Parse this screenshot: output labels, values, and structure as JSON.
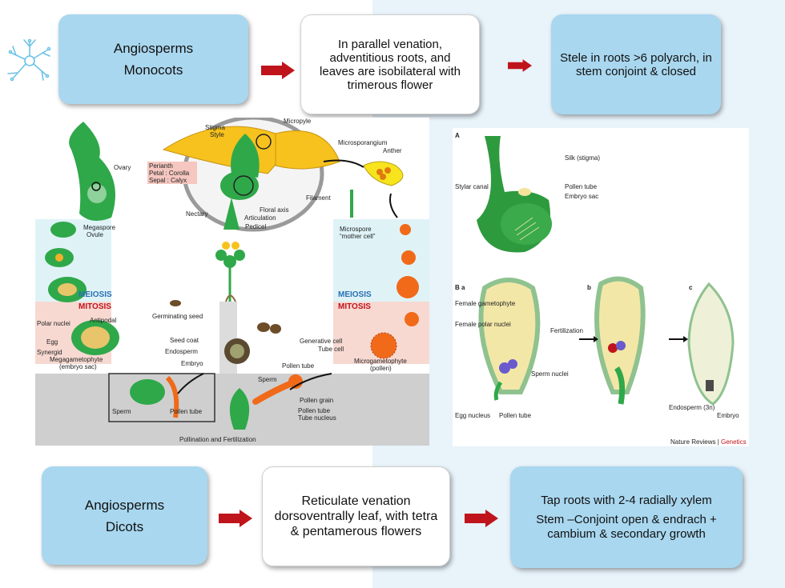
{
  "top_row": {
    "box1": {
      "line1": "Angiosperms",
      "line2": "Monocots"
    },
    "box2": {
      "text": "In parallel venation, adventitious roots, and leaves are isobilateral with trimerous flower"
    },
    "box3": {
      "text": "Stele in roots >6 polyarch, in stem conjoint & closed"
    }
  },
  "bottom_row": {
    "box1": {
      "line1": "Angiosperms",
      "line2": "Dicots"
    },
    "box2": {
      "text": "Reticulate venation dorsoventrally leaf, with tetra & pentamerous flowers"
    },
    "box3": {
      "line1": "Tap roots with 2-4 radially xylem",
      "line2": "Stem –Conjoint open & endrach + cambium & secondary growth"
    }
  },
  "lifecycle_diagram": {
    "labels": {
      "stigma": "Stigma",
      "style": "Style",
      "micropyle": "Micropyle",
      "ovary": "Ovary",
      "perianth": "Perianth",
      "petal": "Petal : Corolla",
      "sepal": "Sepal : Calyx",
      "nectary": "Nectary",
      "floral_axis": "Floral axis",
      "articulation": "Articulation",
      "pedicel": "Pedicel",
      "filament": "Filament",
      "microsporangium": "Microsporangium",
      "anther": "Anther",
      "megaspore": "Megaspore",
      "ovule": "Ovule",
      "microspore": "Microspore",
      "mother_cell": "“mother cell”",
      "meiosis_left": "MEIOSIS",
      "meiosis_right": "MEIOSIS",
      "mitosis_left": "MITOSIS",
      "mitosis_right": "MITOSIS",
      "polar_nuclei": "Polar nuclei",
      "antipodal": "Antipodal",
      "egg": "Egg",
      "synergid": "Synergid",
      "megagametophyte": "Megagametophyte",
      "embryo_sac": "(embryo sac)",
      "germinating_seed": "Germinating seed",
      "seed_coat": "Seed coat",
      "endosperm": "Endosperm",
      "embryo": "Embryo",
      "generative_cell": "Generative cell",
      "tube_cell": "Tube cell",
      "microgametophyte": "Microgametophyte",
      "pollen": "(pollen)",
      "pollen_tube_top": "Pollen tube",
      "sperm_top": "Sperm",
      "pollen_grain": "Pollen grain",
      "pollen_tube": "Pollen tube",
      "tube_nucleus": "Tube nucleus",
      "sperm_inset": "Sperm",
      "pollen_tube_inset": "Pollen tube",
      "footer": "Pollination and Fertilization"
    }
  },
  "fertilization_diagram": {
    "labels": {
      "panel_a": "A",
      "silk": "Silk (stigma)",
      "pollen_tube_a": "Pollen tube",
      "embryo_sac_a": "Embryo sac",
      "stylar_canal": "Stylar canal",
      "panel_ba": "B a",
      "panel_b": "b",
      "panel_c": "c",
      "female_gametophyte": "Female gametophyte",
      "female_polar_nuclei": "Female polar nuclei",
      "fertilization": "Fertilization",
      "sperm_nuclei": "Sperm nuclei",
      "egg_nucleus": "Egg nucleus",
      "pollen_tube_b": "Pollen tube",
      "endosperm_3n": "Endosperm (3n)",
      "embryo_c": "Embryo",
      "credit_main": "Nature Reviews | ",
      "credit_accent": "Genetics"
    }
  },
  "colors": {
    "blue_box": "#a9d7ef",
    "arrow": "#c0141c",
    "meiosis_band": "#dff3f7",
    "mitosis_band": "#f7d9d2",
    "fert_band": "#cfcfcf",
    "plant_green": "#2fa84a"
  },
  "icons": {
    "logo": "neuron-icon",
    "arrows": "right-arrow-icon"
  }
}
